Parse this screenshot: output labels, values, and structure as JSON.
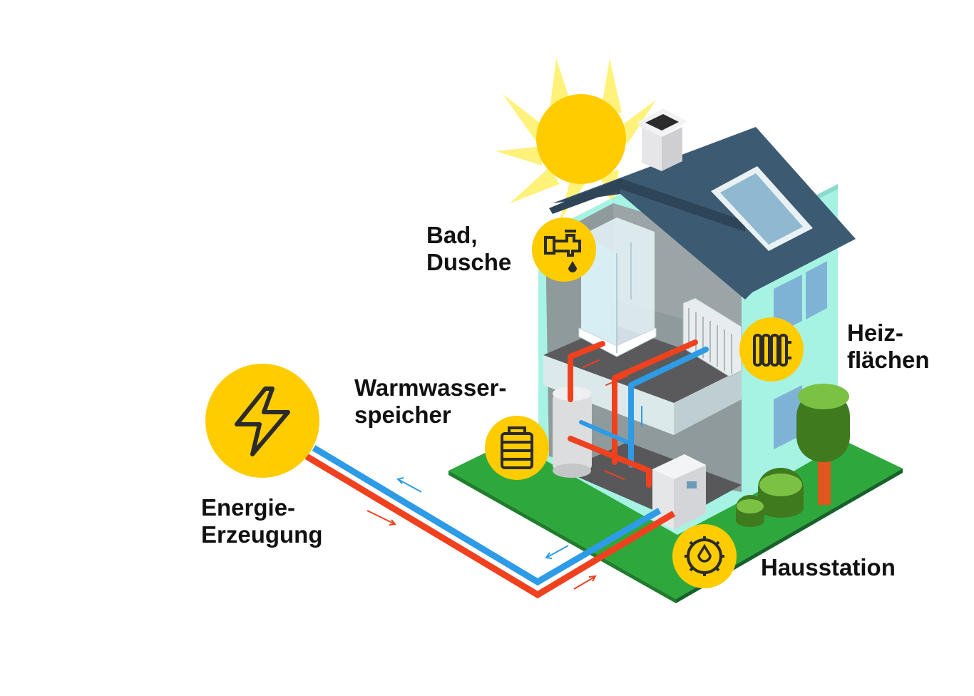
{
  "colors": {
    "accent_yellow": "#FFCC00",
    "hot_pipe": "#F0411E",
    "cold_pipe": "#2E9BE6",
    "roof": "#3D5A73",
    "wall": "#A6F3E4",
    "lawn": "#2EA83C",
    "floor": "#58585A"
  },
  "icons": {
    "energy": "lightning-bolt-icon",
    "bath": "faucet-drop-icon",
    "storage": "tank-icon",
    "heating": "radiator-icon",
    "station": "gear-drop-icon"
  },
  "labels": {
    "energy": {
      "line1": "Energie-",
      "line2": "Erzeugung"
    },
    "bath": {
      "line1": "Bad,",
      "line2": "Dusche"
    },
    "storage": {
      "line1": "Warmwasser-",
      "line2": "speicher"
    },
    "heating": {
      "line1": "Heiz-",
      "line2": "flächen"
    },
    "station": {
      "line1": "Hausstation"
    }
  }
}
